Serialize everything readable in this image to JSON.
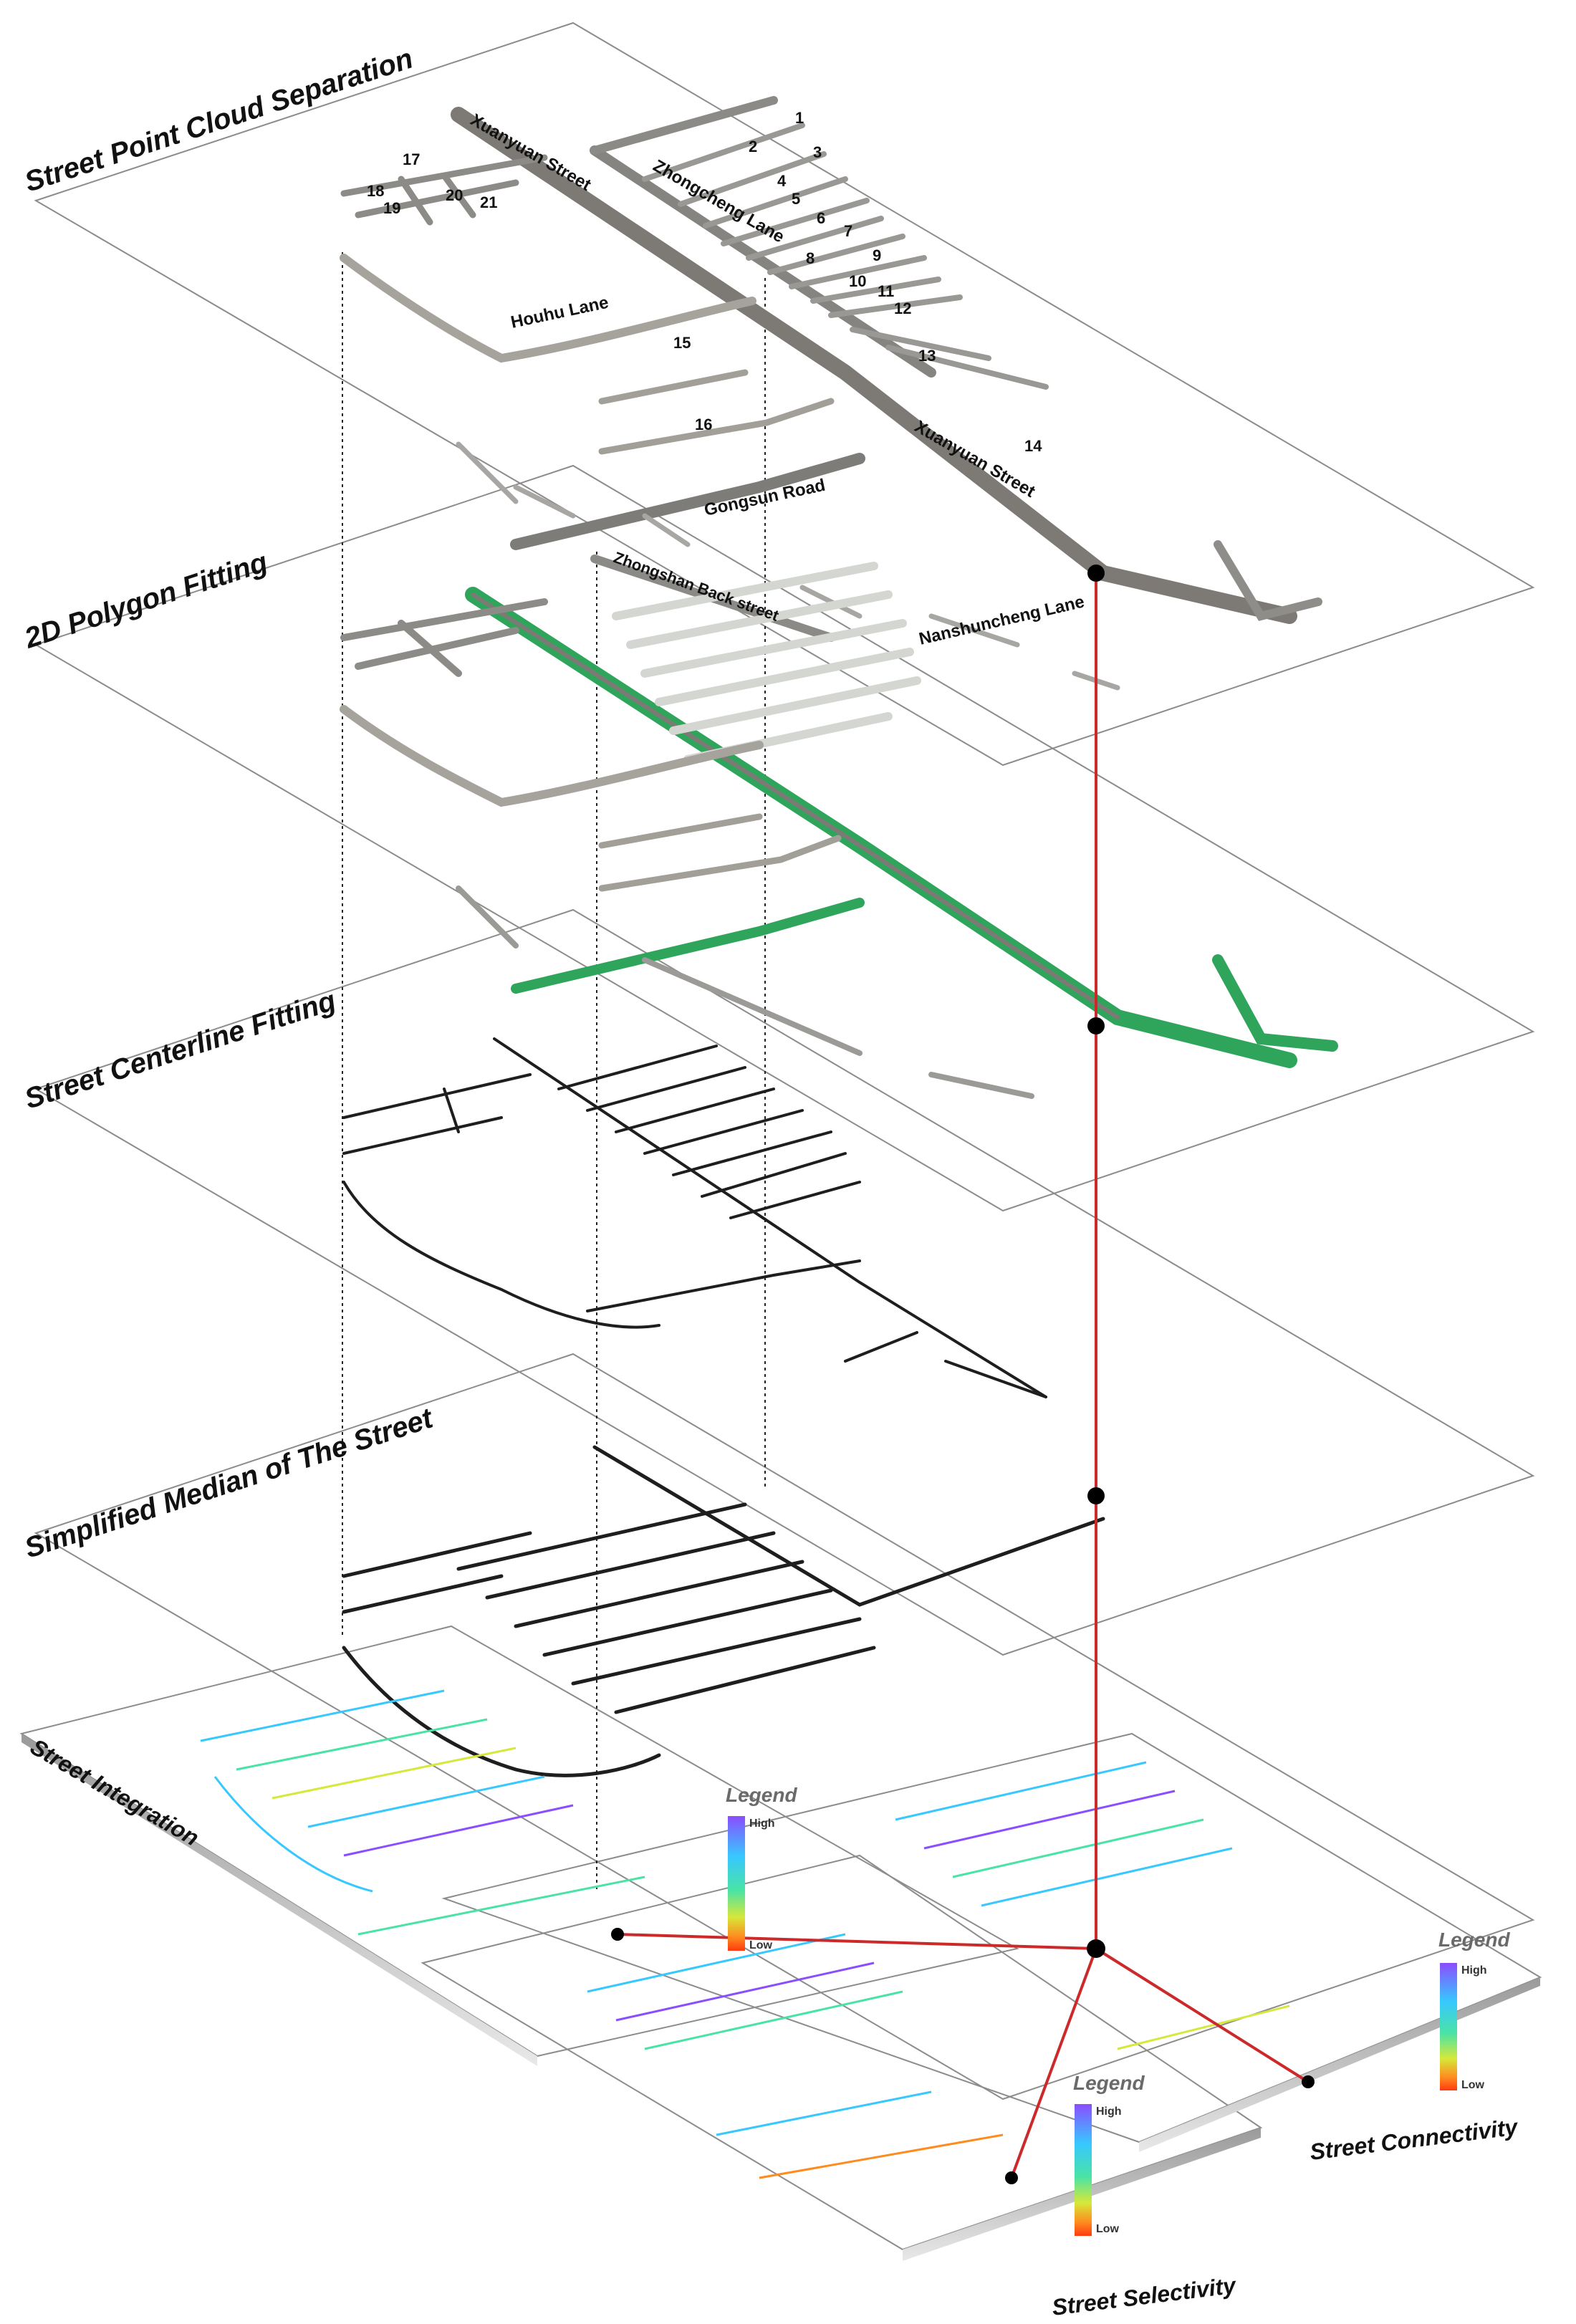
{
  "layers": {
    "point_cloud": "Street Point Cloud Separation",
    "polygon": "2D Polygon Fitting",
    "centerline": "Street Centerline Fitting",
    "median": "Simplified Median of The Street",
    "integration": "Street Integration",
    "selectivity": "Street Selectivity",
    "connectivity": "Street Connectivity"
  },
  "streets": {
    "xuanyuan_1": "Xuanyuan Street",
    "xuanyuan_2": "Xuanyuan Street",
    "zhongcheng": "Zhongcheng Lane",
    "houhu": "Houhu Lane",
    "gongsun": "Gongsun Road",
    "zhongshan": "Zhongshan Back street",
    "nanshuncheng": "Nanshuncheng Lane"
  },
  "lane_numbers": [
    "1",
    "2",
    "3",
    "4",
    "5",
    "6",
    "7",
    "8",
    "9",
    "10",
    "11",
    "12",
    "13",
    "14",
    "15",
    "16",
    "17",
    "18",
    "19",
    "20",
    "21"
  ],
  "legend": {
    "title": "Legend",
    "high": "High",
    "low": "Low"
  },
  "colors": {
    "accent_line": "#cc2a2a",
    "network": "#1e1e1e",
    "cloud_gray": "#8c8a86",
    "polygon_green": "#2ea55a",
    "gradient": [
      "#8a4dff",
      "#37c8ff",
      "#49e3a6",
      "#d6e83a",
      "#ff8a1e",
      "#ff3a10"
    ]
  }
}
